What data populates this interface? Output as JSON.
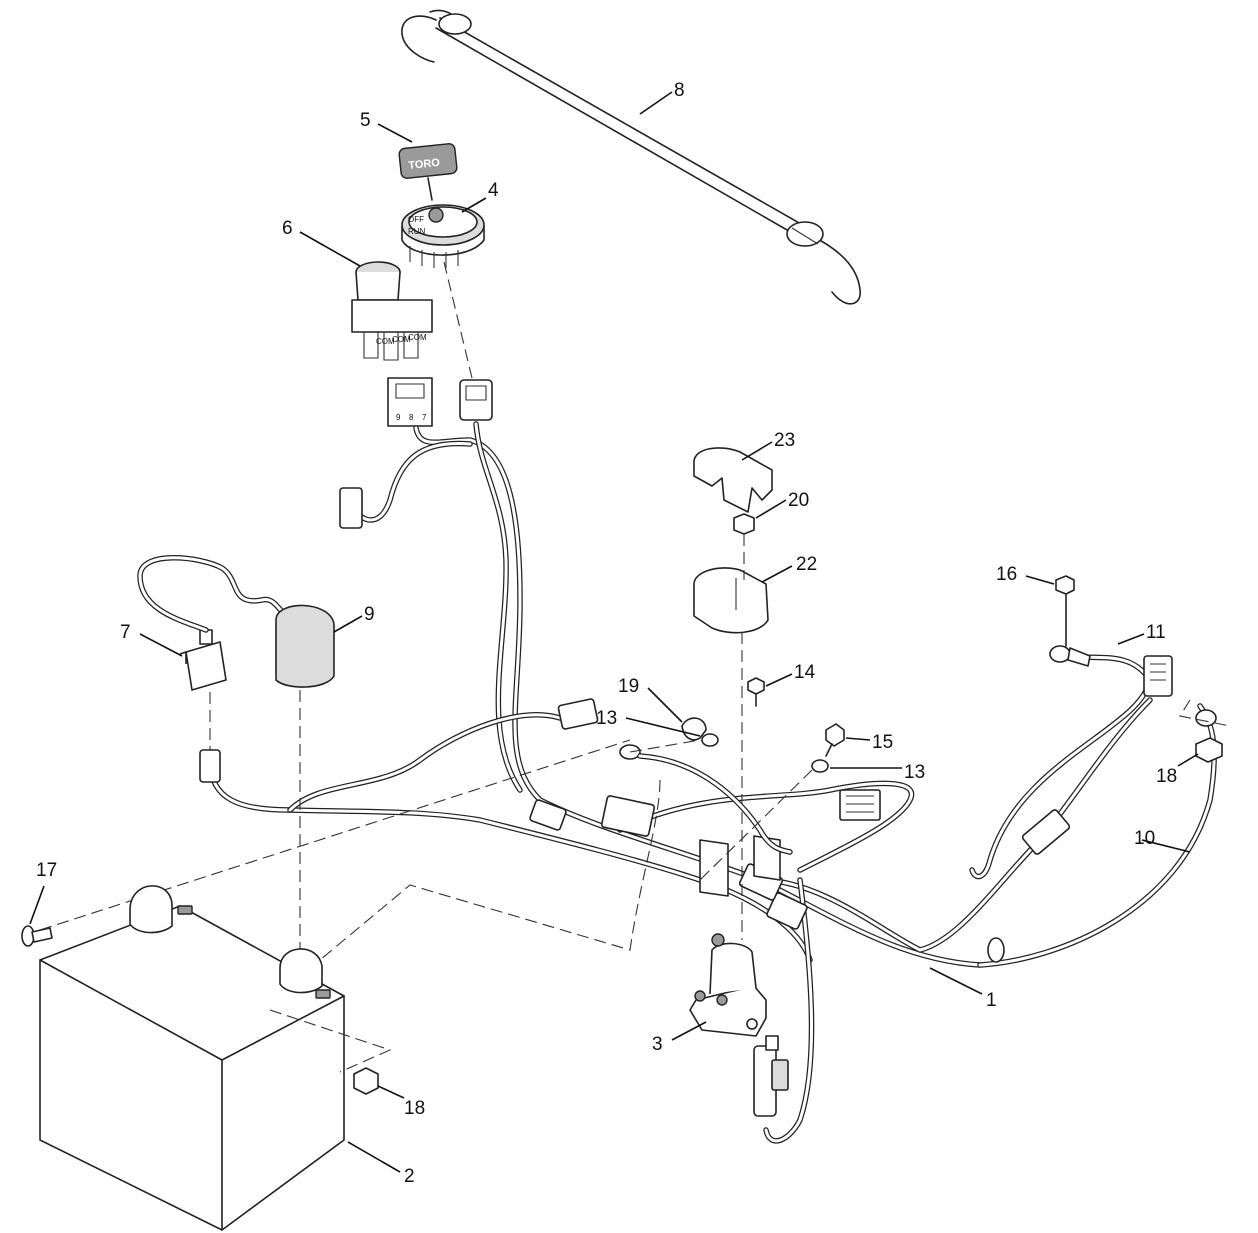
{
  "callouts": [
    {
      "id": "c1",
      "label": "1"
    },
    {
      "id": "c2",
      "label": "2"
    },
    {
      "id": "c3",
      "label": "3"
    },
    {
      "id": "c4",
      "label": "4"
    },
    {
      "id": "c5",
      "label": "5"
    },
    {
      "id": "c6",
      "label": "6"
    },
    {
      "id": "c7",
      "label": "7"
    },
    {
      "id": "c8",
      "label": "8"
    },
    {
      "id": "c9",
      "label": "9"
    },
    {
      "id": "c10",
      "label": "10"
    },
    {
      "id": "c11",
      "label": "11"
    },
    {
      "id": "c13a",
      "label": "13"
    },
    {
      "id": "c13b",
      "label": "13"
    },
    {
      "id": "c14",
      "label": "14"
    },
    {
      "id": "c15",
      "label": "15"
    },
    {
      "id": "c16",
      "label": "16"
    },
    {
      "id": "c17",
      "label": "17"
    },
    {
      "id": "c18a",
      "label": "18"
    },
    {
      "id": "c18b",
      "label": "18"
    },
    {
      "id": "c19",
      "label": "19"
    },
    {
      "id": "c20",
      "label": "20"
    },
    {
      "id": "c22",
      "label": "22"
    },
    {
      "id": "c23",
      "label": "23"
    }
  ],
  "key_brand": "TORO",
  "pto_terminals": [
    "COM",
    "COM",
    "COM"
  ],
  "connector_pins": [
    "9",
    "8",
    "7"
  ],
  "ignition_marks": [
    "OFF",
    "RUN"
  ]
}
